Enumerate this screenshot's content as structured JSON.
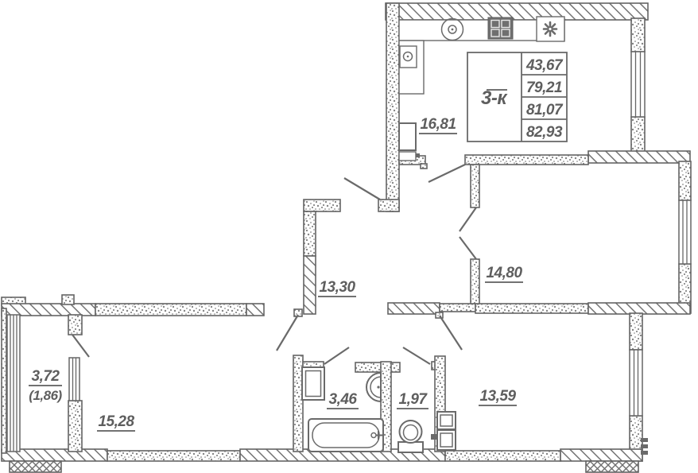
{
  "plan": {
    "title": "3-к",
    "table": {
      "values": [
        "43,67",
        "79,21",
        "81,07",
        "82,93"
      ]
    },
    "rooms": {
      "kitchen": "16,81",
      "hall": "13,30",
      "bedroom_right": "14,80",
      "bedroom_left": "15,28",
      "bedroom_bottom": "13,59",
      "bathroom": "3,46",
      "wc": "1,97",
      "balcony": "3,72",
      "balcony_reduced": "(1,86)"
    },
    "colors": {
      "line": "#6a6a6a",
      "text": "#5e5e5e",
      "background": "#ffffff"
    }
  }
}
